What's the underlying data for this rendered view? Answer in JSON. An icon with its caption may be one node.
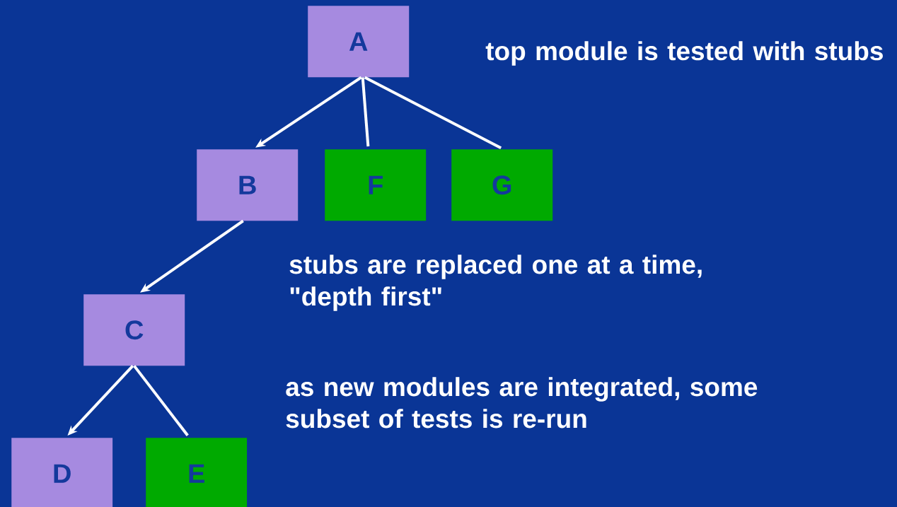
{
  "diagram": {
    "nodes": [
      {
        "text": [
          "A"
        ]
      },
      {
        "text": [
          "B"
        ]
      },
      {
        "text": [
          "F"
        ]
      },
      {
        "text": [
          "G"
        ]
      },
      {
        "text": [
          "C"
        ]
      },
      {
        "text": [
          "D"
        ]
      },
      {
        "text": [
          "E"
        ]
      }
    ],
    "edges": [
      {
        "from": 0,
        "to": 1,
        "arrow": "to"
      },
      {
        "from": 0,
        "to": 2,
        "arrow": "none"
      },
      {
        "from": 0,
        "to": 3,
        "arrow": "none"
      },
      {
        "from": 1,
        "to": 4,
        "arrow": "to"
      },
      {
        "from": 4,
        "to": 5,
        "arrow": "to"
      },
      {
        "from": 4,
        "to": 6,
        "arrow": "none"
      }
    ],
    "labels": [
      "top module is tested with stubs",
      "stubs are replaced one at a time, \"depth first\"",
      "as new modules are integrated, some subset of tests is re-run"
    ]
  }
}
